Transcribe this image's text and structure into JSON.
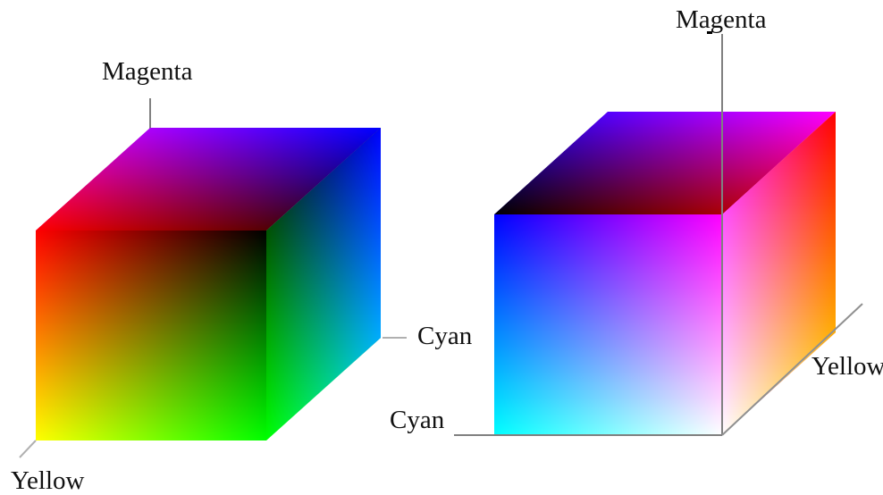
{
  "cubes": [
    {
      "labels": {
        "magenta": "Magenta",
        "cyan": "Cyan",
        "yellow": "Yellow"
      }
    },
    {
      "labels": {
        "magenta": "Magenta",
        "cyan": "Cyan",
        "yellow": "Yellow"
      }
    }
  ],
  "colors": {
    "red": "#ff0000",
    "magenta": "#ff00ff",
    "blue": "#0000ff",
    "cyan": "#00ffff",
    "green": "#00ff00",
    "yellow": "#ffff00",
    "black": "#000000",
    "white": "#ffffff",
    "axis_line": "#808080"
  }
}
